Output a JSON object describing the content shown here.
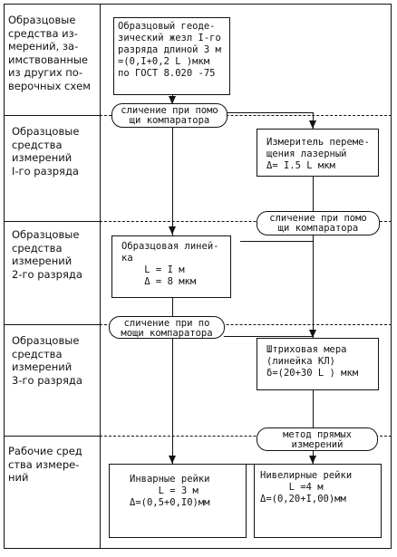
{
  "rows": [
    {
      "label": "Образцовые\nсредства из-\nмерений, за-\nимствованные\nиз других по-\nверочных схем"
    },
    {
      "label": "Образцовые\nсредства\nизмерений\nI-го разряда"
    },
    {
      "label": "Образцовые\nсредства\nизмерений\n2-го разряда"
    },
    {
      "label": "Образцовые\nсредства\nизмерений\n3-го разряда"
    },
    {
      "label": "Рабочие сред\nства измере-\nний"
    }
  ],
  "boxes": {
    "zhezl": "Образцовый геоде-\nзический жезл I-го\nразряда длиной 3 м\n=(0,I+0,2 L )мкм\nпо ГОСТ 8.020 -75",
    "laser": "Измеритель переме-\nщения лазерный\nΔ= I.5 L мкм",
    "lineika": "Образцовая линей-\nка\n    L = I м\n    Δ = 8 мкм",
    "shtrih": "Штриховая мера\n(линейка КЛ)\nδ=(20+30 L ) мкм",
    "invar": "Инварные рейки\n     L = 3 м\nΔ=(0,5+0,I0)мм",
    "nivelir": "Нивелирные рейки\n     L =4 м\nΔ=(0,20+I,00)мм"
  },
  "pills": {
    "p1": "сличение при помо\nщи компаратора",
    "p2": "сличение при помо\nщи компаратора",
    "p3": "сличение при по\nмощи компаратора",
    "p4": "метод прямых\nизмерений"
  }
}
